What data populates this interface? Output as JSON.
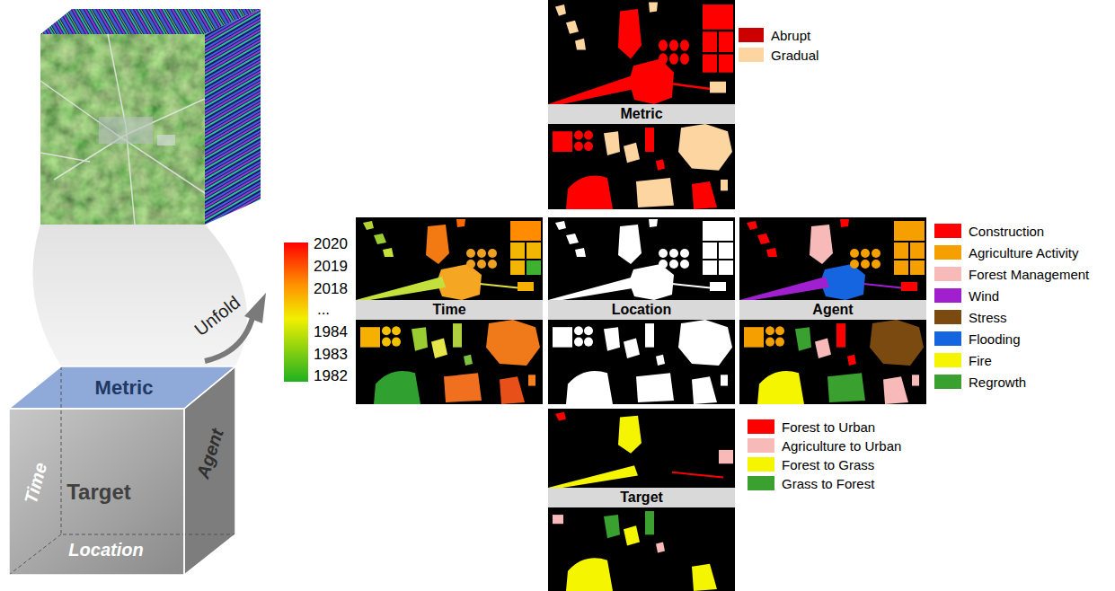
{
  "diagram": {
    "nodes": [
      {
        "text": [
          "Metric"
        ]
      },
      {
        "text": [
          "Time"
        ]
      },
      {
        "text": [
          "Location"
        ]
      },
      {
        "text": [
          "Agent"
        ]
      },
      {
        "text": [
          "Target"
        ]
      }
    ],
    "labels": [
      "Unfold",
      "2020",
      "2019",
      "2018",
      "...",
      "1984",
      "1983",
      "1982",
      "Metric",
      "Time",
      "Target",
      "Agent",
      "Location"
    ],
    "legend": [
      {
        "text": "Abrupt",
        "color": "#cc0000"
      },
      {
        "text": "Gradual",
        "color": "#fcd5a0"
      },
      {
        "text": "Construction",
        "color": "#ff0000"
      },
      {
        "text": "Agriculture Activity",
        "color": "#f5a000"
      },
      {
        "text": "Forest Management",
        "color": "#f8b9b9"
      },
      {
        "text": "Wind",
        "color": "#a020d0"
      },
      {
        "text": "Stress",
        "color": "#7a4a10"
      },
      {
        "text": "Flooding",
        "color": "#1565e0"
      },
      {
        "text": "Fire",
        "color": "#f5f500"
      },
      {
        "text": "Regrowth",
        "color": "#3aa030"
      },
      {
        "text": "Forest to Urban",
        "color": "#ff0000"
      },
      {
        "text": "Agriculture to Urban",
        "color": "#f8b9b9"
      },
      {
        "text": "Forest to Grass",
        "color": "#f5f500"
      },
      {
        "text": "Grass to Forest",
        "color": "#3aa030"
      }
    ]
  }
}
